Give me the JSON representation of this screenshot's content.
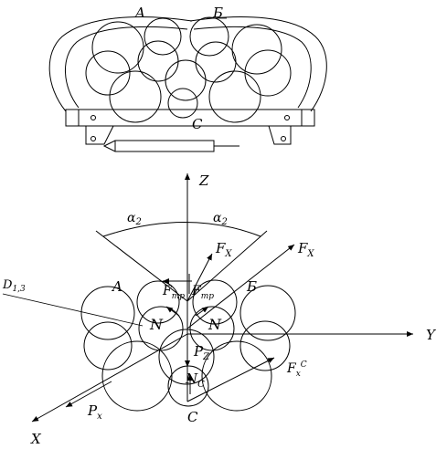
{
  "top_view": {
    "label_a": "A",
    "label_b": "Б",
    "label_c": "C"
  },
  "axes": {
    "z": "Z",
    "y": "Y",
    "x": "X"
  },
  "angles": {
    "left": "α",
    "left_sub": "2",
    "right": "α",
    "right_sub": "2"
  },
  "forces": {
    "fx_left": "F",
    "fx_left_sub": "X",
    "fx_right": "F",
    "fx_right_sub": "X",
    "ftr_left": "F",
    "ftr_left_sub": "тр",
    "ftr_right": "F",
    "ftr_right_sub": "тр",
    "n_left": "N",
    "n_right": "N",
    "pz": "P",
    "pz_sub": "Z",
    "nc": "N",
    "nc_sub": "C",
    "fxc": "F",
    "fxc_sub": "x",
    "fxc_sup": "C",
    "px": "P",
    "px_sub": "x"
  },
  "bottom_view": {
    "label_a": "A",
    "label_b": "Б",
    "label_c": "C",
    "diameter": "D",
    "diameter_sub": "1,3"
  }
}
